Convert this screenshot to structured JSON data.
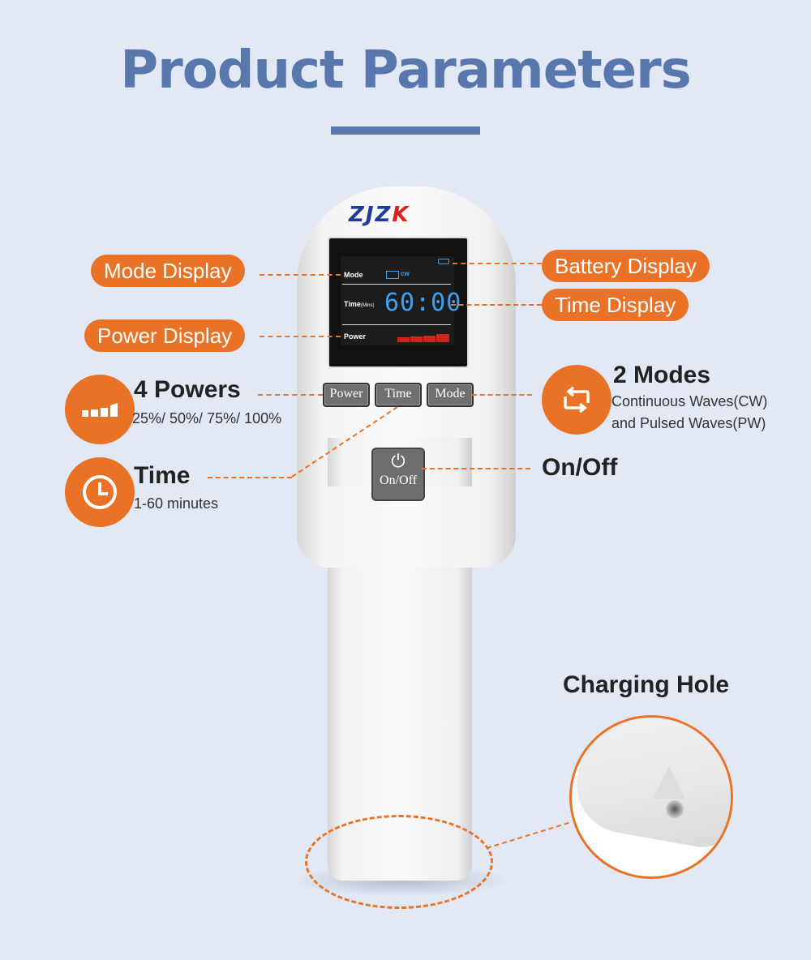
{
  "header": {
    "title": "Product Parameters"
  },
  "brand": {
    "logo_main": "ZJZ",
    "logo_accent": "K"
  },
  "screen": {
    "mode_label": "Mode",
    "mode_value": "cw",
    "time_label": "Time",
    "time_unit": "(Mins)",
    "time_value": "60:00",
    "power_label": "Power"
  },
  "device_buttons": {
    "power": "Power",
    "time": "Time",
    "mode": "Mode",
    "onoff": "On/Off"
  },
  "callouts": {
    "mode_display": "Mode Display",
    "power_display": "Power Display",
    "battery_display": "Battery Display",
    "time_display": "Time Display"
  },
  "features": {
    "powers": {
      "title": "4 Powers",
      "subtitle": "25%/ 50%/ 75%/ 100%"
    },
    "time": {
      "title": "Time",
      "subtitle": "1-60 minutes"
    },
    "modes": {
      "title": "2 Modes",
      "line1": "Continuous Waves(CW)",
      "line2": "and Pulsed Waves(PW)"
    },
    "onoff": {
      "title": "On/Off"
    },
    "charging": {
      "title": "Charging Hole"
    }
  },
  "colors": {
    "accent": "#ea7226",
    "title": "#5878ad",
    "background": "#e2e9f5",
    "logo_blue": "#1f3b9c",
    "logo_red": "#e31d1d",
    "lcd_blue": "#3ea0f0",
    "lcd_red": "#c8281e"
  }
}
